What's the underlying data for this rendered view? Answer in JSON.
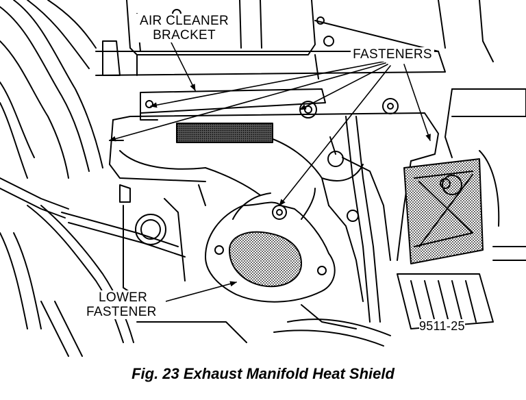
{
  "labels": {
    "air_cleaner_line1": "AIR CLEANER",
    "air_cleaner_line2": "BRACKET",
    "fasteners": "FASTENERS",
    "lower_line1": "LOWER",
    "lower_line2": "FASTENER",
    "figure_number": "9511-25"
  },
  "caption": "Fig. 23 Exhaust Manifold Heat Shield",
  "colors": {
    "ink": "#000000",
    "paper": "#ffffff",
    "shade": "#3a3a3a"
  }
}
